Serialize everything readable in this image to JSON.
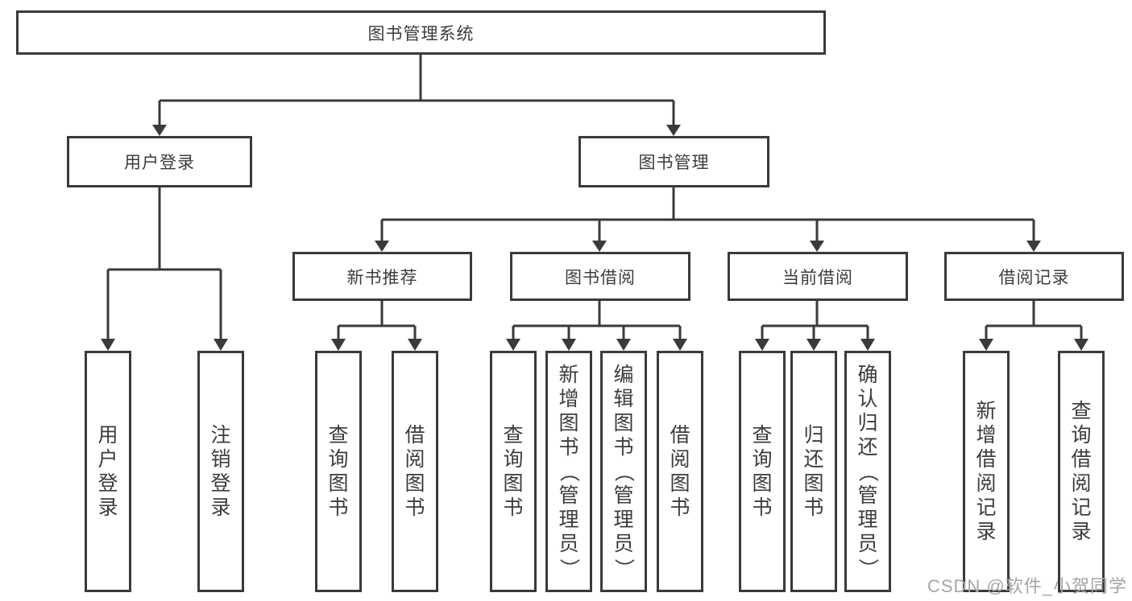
{
  "diagram": {
    "root": {
      "label": "图书管理系统"
    },
    "level1": [
      {
        "label": "用户登录"
      },
      {
        "label": "图书管理"
      }
    ],
    "level2": [
      {
        "label": "新书推荐"
      },
      {
        "label": "图书借阅"
      },
      {
        "label": "当前借阅"
      },
      {
        "label": "借阅记录"
      }
    ],
    "leaves": {
      "user_login": [
        {
          "label": "用户登录"
        },
        {
          "label": "注销登录"
        }
      ],
      "new_books": [
        {
          "label": "查询图书"
        },
        {
          "label": "借阅图书"
        }
      ],
      "book_borrow": [
        {
          "label": "查询图书"
        },
        {
          "label": "新增图书（管理员）"
        },
        {
          "label": "编辑图书（管理员）"
        },
        {
          "label": "借阅图书"
        }
      ],
      "current_borrow": [
        {
          "label": "查询图书"
        },
        {
          "label": "归还图书"
        },
        {
          "label": "确认归还（管理员）"
        }
      ],
      "borrow_records": [
        {
          "label": "新增借阅记录"
        },
        {
          "label": "查询借阅记录"
        }
      ]
    }
  },
  "watermark": {
    "text": "CSDN @软件_小贺同学"
  },
  "colors": {
    "line": "#3a3a3a",
    "text": "#3c3c3c",
    "watermark": "#a6a6a6",
    "background": "#ffffff"
  }
}
